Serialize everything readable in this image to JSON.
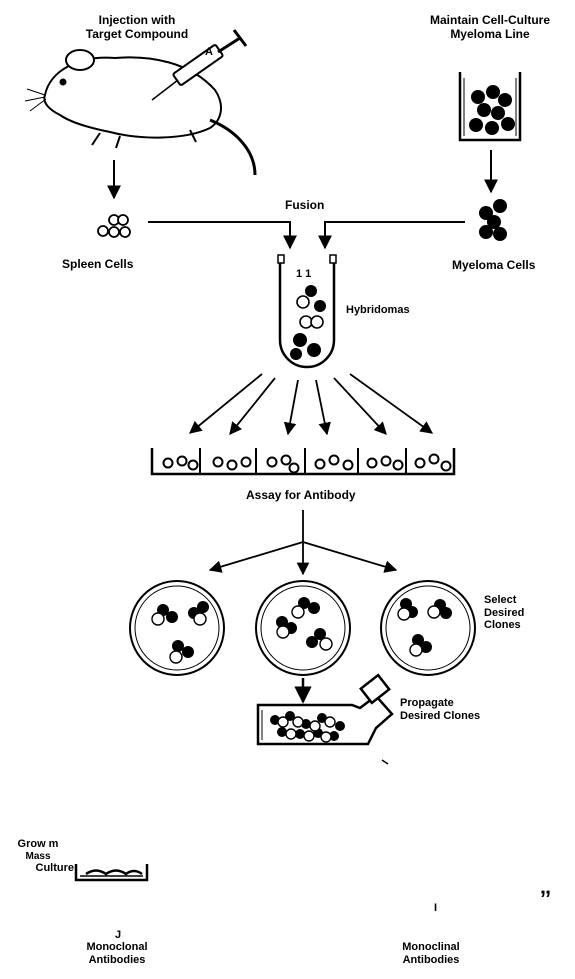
{
  "labels": {
    "injection_line1": "Injection with",
    "injection_line2": "Target Compound",
    "syringe_mark": "A",
    "maintain_line1": "Maintain Cell-Culture",
    "maintain_line2": "Myeloma Line",
    "spleen_cells": "Spleen Cells",
    "fusion": "Fusion",
    "myeloma_cells": "Myeloma Cells",
    "hybridomas": "Hybridomas",
    "tube_marks": "1 1",
    "assay": "Assay for Antibody",
    "select_line1": "Select",
    "select_line2": "Desired",
    "select_line3": "Clones",
    "propagate_line1": "Propagate",
    "propagate_line2": "Desired Clones",
    "grow_line1": "Grow m",
    "grow_line2": "Mass",
    "grow_line3": "Culture",
    "left_mark": "J",
    "mono_left_line1": "Monoclonal",
    "mono_left_line2": "Antibodies",
    "right_mark": "I",
    "right_scribble": "ˮ",
    "mono_right_line1": "Monoclinal",
    "mono_right_line2": "Antibodies"
  }
}
